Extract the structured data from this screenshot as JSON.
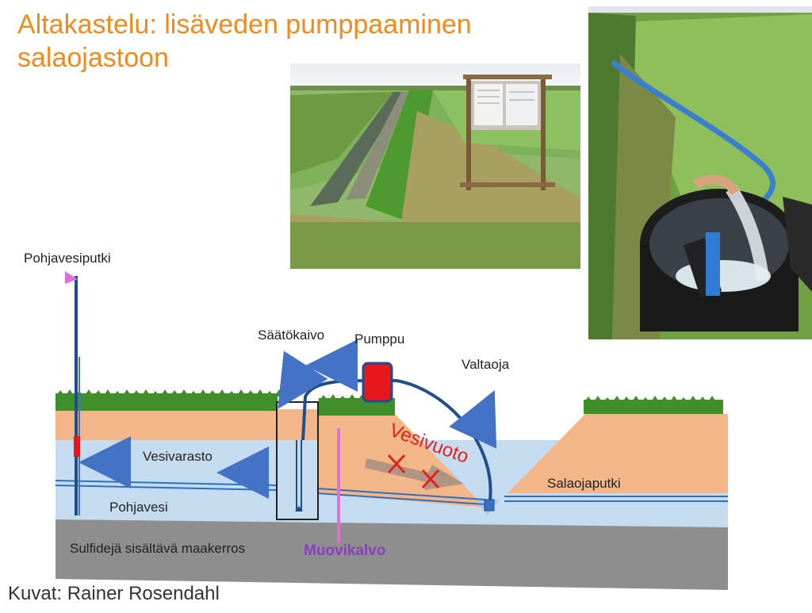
{
  "title": {
    "line1": "Altakastelu: lisäveden pumppaaminen",
    "line2": "salaojastoon"
  },
  "credit": "Kuvat: Rainer Rosendahl",
  "diagram": {
    "labels": {
      "groundwater_pipe": "Pohjavesiputki",
      "control_well": "Säätökaivo",
      "pump": "Pumppu",
      "main_ditch": "Valtaoja",
      "water_leak": "Vesivuoto",
      "water_storage": "Vesivarasto",
      "drain_pipe": "Salaojaputki",
      "groundwater": "Pohjavesi",
      "sulfide_layer": "Sulfidejä sisältävä maakerros",
      "plastic_film": "Muovikalvo"
    },
    "colors": {
      "title": "#f08a1c",
      "soil": "#f2b689",
      "water": "#c5dcf0",
      "bedrock": "#8e8e8e",
      "grass": "#3f8f2a",
      "arrow": "#4472c4",
      "pump": "#e8171c",
      "film": "#e070d6",
      "leak": "#e2231a"
    }
  }
}
